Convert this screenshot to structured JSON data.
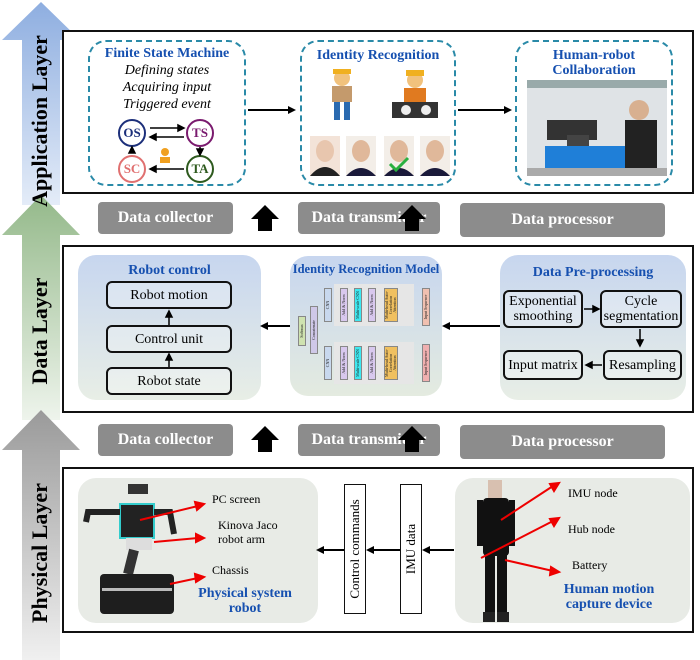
{
  "layers": {
    "application": "Application Layer",
    "data": "Data Layer",
    "physical": "Physical Layer"
  },
  "colors": {
    "application_arrow": "#9fb8e0",
    "data_arrow": "#a9c6a0",
    "physical_arrow": "#b5b5b5",
    "title_blue": "#1650b0",
    "dashed": "#2a8aa8",
    "gray_box": "#8c8c8c"
  },
  "transfer_row_top": {
    "collector": "Data collector",
    "transmitter": "Data transmitter",
    "processor": "Data processor"
  },
  "transfer_row_bottom": {
    "collector": "Data collector",
    "transmitter": "Data transmitter",
    "processor": "Data processor"
  },
  "application": {
    "fsm": {
      "title": "Finite State Machine",
      "lines": [
        "Defining states",
        "Acquiring input",
        "Triggered event"
      ],
      "states": {
        "os": "OS",
        "ts": "TS",
        "ta": "TA",
        "sc": "SC"
      },
      "state_colors": {
        "os": "#1c2f7a",
        "ts": "#7a1a6e",
        "ta": "#2e5a1e",
        "sc": "#e07070"
      }
    },
    "identity": {
      "title": "Identity Recognition"
    },
    "hrc": {
      "title": "Human-robot Collaboration"
    }
  },
  "data_layer": {
    "robot_control": {
      "title": "Robot control",
      "items": [
        "Robot motion",
        "Control unit",
        "Robot state"
      ]
    },
    "model": {
      "title": "Identity Recognition Model",
      "blocks": [
        "Softmax",
        "Concatenate",
        "CNN",
        "Add & Norm",
        "Multi-scale CNN",
        "Add & Norm",
        "Multi-head Auto-Correlation Attention",
        "Input Sequence"
      ]
    },
    "preprocessing": {
      "title": "Data Pre-processing",
      "steps": [
        "Exponential smoothing",
        "Cycle segmentation",
        "Resampling",
        "Input matrix"
      ]
    }
  },
  "physical": {
    "robot": {
      "title": "Physical system robot",
      "labels": [
        "PC screen",
        "Kinova Jaco robot arm",
        "Chassis"
      ]
    },
    "signals": {
      "control": "Control commands",
      "imu": "IMU data"
    },
    "human": {
      "title": "Human motion capture device",
      "labels": [
        "IMU node",
        "Hub node",
        "Battery"
      ]
    }
  }
}
